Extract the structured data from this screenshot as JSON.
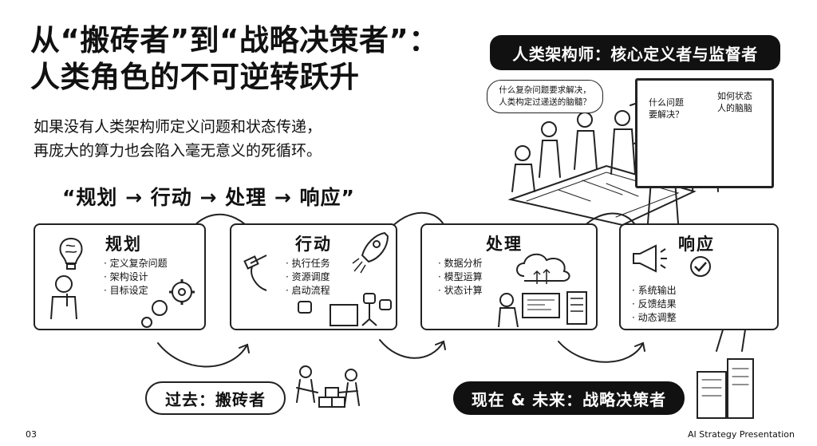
{
  "header": {
    "title_line1": "从“搬砖者”到“战略决策者”：",
    "title_line2": "人类角色的不可逆转跃升",
    "subtitle_line1": "如果没有人类架构师定义问题和状态传递，",
    "subtitle_line2": "再庞大的算力也会陷入毫无意义的死循环。"
  },
  "flow_heading": "“规划 → 行动 → 处理 → 响应”",
  "architect": {
    "badge": "人类架构师：核心定义者与监督者",
    "bubble_line1": "什么复杂问题要求解决，",
    "bubble_line2": "人类构定过递送的脑髓？",
    "board_left_line1": "什么问题",
    "board_left_line2": "要解决？",
    "board_right_line1": "如何状态",
    "board_right_line2": "人的脑脑"
  },
  "stages": [
    {
      "title": "规划",
      "items": [
        "定义复杂问题",
        "架构设计",
        "目标设定"
      ]
    },
    {
      "title": "行动",
      "items": [
        "执行任务",
        "资源调度",
        "启动流程"
      ]
    },
    {
      "title": "处理",
      "items": [
        "数据分析",
        "模型运算",
        "状态计算"
      ]
    },
    {
      "title": "响应",
      "items": [
        "系统输出",
        "反馈结果",
        "动态调整"
      ]
    }
  ],
  "past_label": "过去：搬砖者",
  "future_label": "现在 & 未来：战略决策者",
  "page_number": "03",
  "footer": "AI Strategy Presentation"
}
